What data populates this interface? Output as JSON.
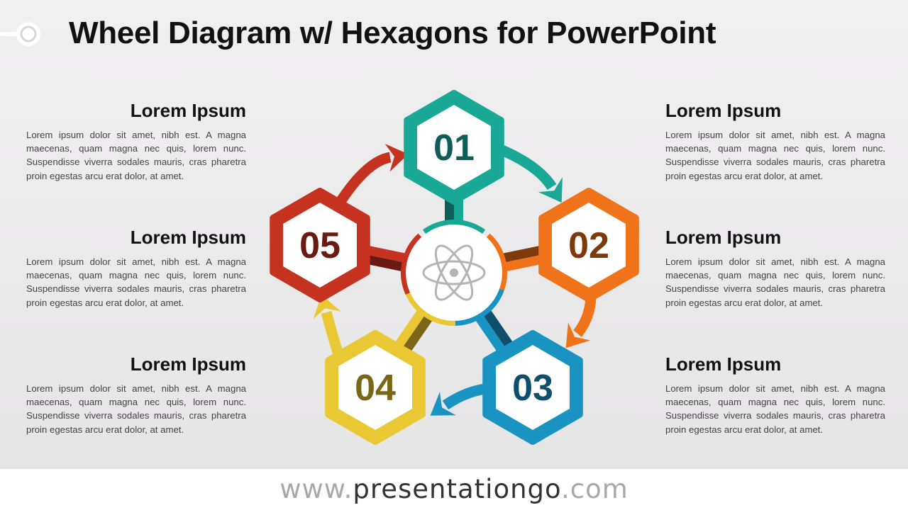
{
  "title": "Wheel Diagram w/ Hexagons for PowerPoint",
  "blocks": [
    {
      "heading": "Lorem Ipsum",
      "text": "Lorem ipsum dolor sit amet, nibh est. A magna maecenas, quam magna nec quis, lorem nunc. Suspendisse viverra sodales mauris, cras pharetra proin egestas arcu erat dolor, at amet."
    },
    {
      "heading": "Lorem Ipsum",
      "text": "Lorem ipsum dolor sit amet, nibh est. A magna maecenas, quam magna nec quis, lorem nunc. Suspendisse viverra sodales mauris, cras pharetra proin egestas arcu erat dolor, at amet."
    },
    {
      "heading": "Lorem Ipsum",
      "text": "Lorem ipsum dolor sit amet, nibh est. A magna maecenas, quam magna nec quis, lorem nunc. Suspendisse viverra sodales mauris, cras pharetra proin egestas arcu erat dolor, at amet."
    },
    {
      "heading": "Lorem Ipsum",
      "text": "Lorem ipsum dolor sit amet, nibh est. A magna maecenas, quam magna nec quis, lorem nunc. Suspendisse viverra sodales mauris, cras pharetra proin egestas arcu erat dolor, at amet."
    },
    {
      "heading": "Lorem Ipsum",
      "text": "Lorem ipsum dolor sit amet, nibh est. A magna maecenas, quam magna nec quis, lorem nunc. Suspendisse viverra sodales mauris, cras pharetra proin egestas arcu erat dolor, at amet."
    },
    {
      "heading": "Lorem Ipsum",
      "text": "Lorem ipsum dolor sit amet, nibh est. A magna maecenas, quam magna nec quis, lorem nunc. Suspendisse viverra sodales mauris, cras pharetra proin egestas arcu erat dolor, at amet."
    }
  ],
  "hexagons": [
    {
      "label": "01",
      "color": "#1aa896",
      "dark": "#0f5c58"
    },
    {
      "label": "02",
      "color": "#f07219",
      "dark": "#7e3a0c"
    },
    {
      "label": "03",
      "color": "#1993c2",
      "dark": "#0f4f6d"
    },
    {
      "label": "04",
      "color": "#e9c833",
      "dark": "#7a6618"
    },
    {
      "label": "05",
      "color": "#c5321f",
      "dark": "#6b1a12"
    }
  ],
  "center_icon": "atom-icon",
  "footer": {
    "www": "www.",
    "domain": "presentationgo",
    "tld": ".com"
  }
}
